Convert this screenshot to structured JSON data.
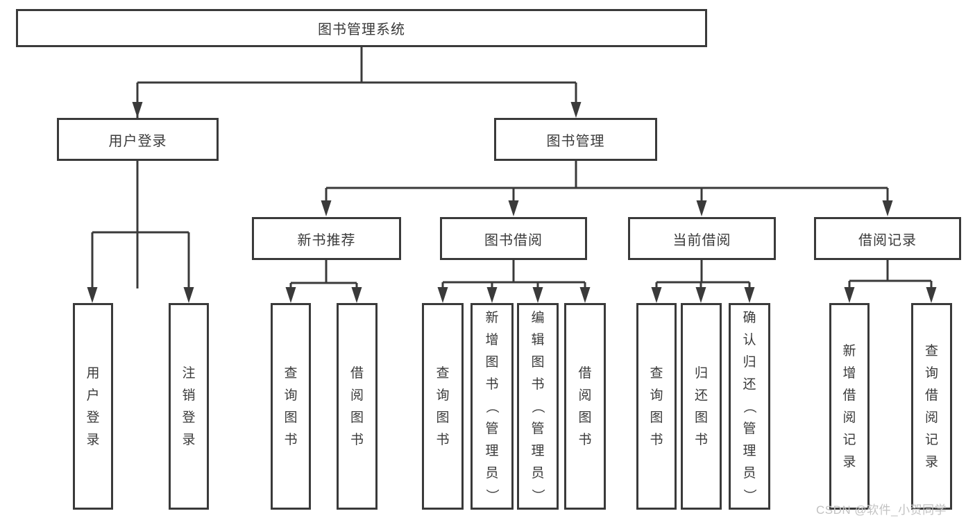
{
  "title": "图书管理系统",
  "colors": {
    "line": "#3a3a3a",
    "text": "#3a3a3a",
    "background": "#ffffff",
    "watermark": "#c2c2c2"
  },
  "nodes": {
    "root": {
      "label": "图书管理系统",
      "parent": null
    },
    "user_login": {
      "label": "用户登录",
      "parent": "root"
    },
    "book_mgmt": {
      "label": "图书管理",
      "parent": "root"
    },
    "new_book": {
      "label": "新书推荐",
      "parent": "book_mgmt"
    },
    "book_borrow": {
      "label": "图书借阅",
      "parent": "book_mgmt"
    },
    "current_borrow": {
      "label": "当前借阅",
      "parent": "book_mgmt"
    },
    "borrow_record": {
      "label": "借阅记录",
      "parent": "book_mgmt"
    },
    "leaf_user_login": {
      "label": "用户登录",
      "parent": "user_login"
    },
    "leaf_logout": {
      "label": "注销登录",
      "parent": "user_login"
    },
    "leaf_new_query": {
      "label": "查询图书",
      "parent": "new_book"
    },
    "leaf_new_borrow": {
      "label": "借阅图书",
      "parent": "new_book"
    },
    "leaf_borrow_query": {
      "label": "查询图书",
      "parent": "book_borrow"
    },
    "leaf_borrow_add": {
      "label": "新增图书（管理员）",
      "parent": "book_borrow"
    },
    "leaf_borrow_edit": {
      "label": "编辑图书（管理员）",
      "parent": "book_borrow"
    },
    "leaf_borrow_borrow": {
      "label": "借阅图书",
      "parent": "book_borrow"
    },
    "leaf_cur_query": {
      "label": "查询图书",
      "parent": "current_borrow"
    },
    "leaf_cur_return": {
      "label": "归还图书",
      "parent": "current_borrow"
    },
    "leaf_cur_confirm": {
      "label": "确认归还（管理员）",
      "parent": "current_borrow"
    },
    "leaf_rec_add": {
      "label": "新增借阅记录",
      "parent": "borrow_record"
    },
    "leaf_rec_query": {
      "label": "查询借阅记录",
      "parent": "borrow_record"
    }
  },
  "watermark": {
    "label": "CSDN @软件_小贺同学"
  }
}
